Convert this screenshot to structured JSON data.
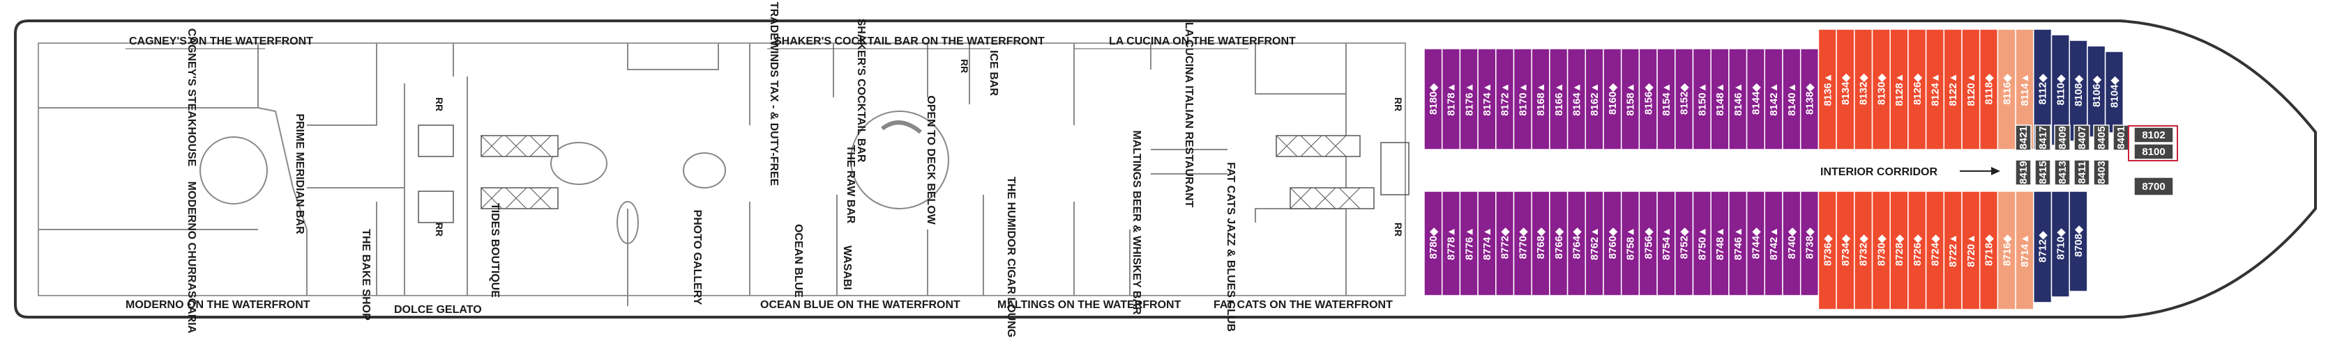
{
  "colors": {
    "hull_line": "#333333",
    "wall": "#8a8a8a",
    "balcony": "#8a1f8f",
    "oceanview": "#6b5bb3",
    "club": "#ef4b2e",
    "mini": "#f2a07c",
    "suite_navy": "#27306b",
    "interior_grey": "#444444",
    "suite_red": "#c9233a"
  },
  "labels": {
    "cagneys_waterfront": "CAGNEY'S ON THE WATERFRONT",
    "shakers_waterfront": "SHAKER'S COCKTAIL BAR ON THE WATERFRONT",
    "la_cucina_waterfront": "LA CUCINA ON THE WATERFRONT",
    "moderno_waterfront": "MODERNO ON THE WATERFRONT",
    "dolce_gelato": "DOLCE GELATO",
    "ocean_blue_waterfront": "OCEAN BLUE ON THE WATERFRONT",
    "maltings_waterfront": "MALTINGS ON THE WATERFRONT",
    "fat_cats_waterfront": "FAT CATS ON THE WATERFRONT",
    "interior_corridor": "INTERIOR CORRIDOR"
  },
  "venues": {
    "cagneys": "CAGNEY'S STEAKHOUSE",
    "prime_meridian": "PRIME MERIDIAN BAR",
    "moderno": "MODERNO CHURRASCARIA",
    "bake_shop": "THE BAKE SHOP",
    "tradewinds": "TRADEWINDS TAX - & DUTY-FREE",
    "tides": "TIDES BOUTIQUE",
    "shakers": "SHAKER'S COCKTAIL BAR",
    "ice_bar": "ICE BAR",
    "open_deck": "OPEN TO DECK BELOW",
    "raw_bar": "THE RAW BAR",
    "photo_gallery": "PHOTO GALLERY",
    "ocean_blue": "OCEAN BLUE",
    "wasabi": "WASABI",
    "humidor": "THE HUMIDOR CIGAR LOUNGE",
    "la_cucina": "LA CUCINA ITALIAN RESTAURANT",
    "maltings": "MALTINGS BEER & WHISKEY BAR",
    "fat_cats": "FAT CATS JAZZ & BLUES CLUB",
    "rr": "RR"
  },
  "cabins": {
    "top_purple": [
      "8180◆",
      "8178▲",
      "8176▲",
      "8174▲",
      "8172▲",
      "8170▲",
      "8168▲",
      "8166▲",
      "8164▲",
      "8162▲",
      "8160◆",
      "8158▲",
      "8156◆",
      "8154▲",
      "8152◆",
      "8150▲",
      "8148▲",
      "8146▲",
      "8144◆",
      "8142▲",
      "8140▲",
      "8138◆"
    ],
    "top_orange": [
      "8136▲",
      "8134◆",
      "8132◆",
      "8130◆",
      "8128▲",
      "8126◆",
      "8124▲",
      "8122▲",
      "8120▲",
      "8118◆"
    ],
    "top_light": [
      "8116◆",
      "8114▲"
    ],
    "top_navy": [
      "8112◆",
      "8110◆",
      "8108◆",
      "8106◆",
      "8104◆"
    ],
    "bottom_purple": [
      "8780◆",
      "8778▲",
      "8776▲",
      "8774▲",
      "8772◆",
      "8770◆",
      "8768◆",
      "8766◆",
      "8764◆",
      "8762▲",
      "8760◆",
      "8758▲",
      "8756◆",
      "8754▲",
      "8752◆",
      "8750▲",
      "8748▲",
      "8746▲",
      "8744◆",
      "8742▲",
      "8740◆",
      "8738◆"
    ],
    "bottom_orange": [
      "8736◆",
      "8734◆",
      "8732◆",
      "8730◆",
      "8728◆",
      "8726◆",
      "8724◆",
      "8722▲",
      "8720▲",
      "8718◆"
    ],
    "bottom_light": [
      "8716◆",
      "8714▲"
    ],
    "bottom_navy": [
      "8712◆",
      "8710◆",
      "8708◆"
    ],
    "interior": [
      "8421",
      "8417",
      "8415",
      "8419",
      "8413",
      "8411",
      "8409",
      "8407",
      "8405",
      "8403",
      "8401"
    ],
    "suites": [
      "8102",
      "8100",
      "8700"
    ]
  }
}
